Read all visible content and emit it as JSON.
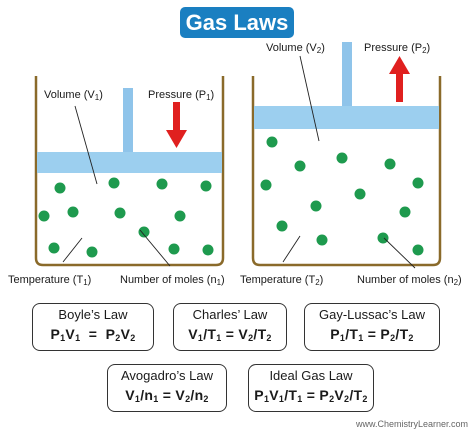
{
  "title": "Gas Laws",
  "containers": [
    {
      "volume_label": [
        "Volume (V",
        "1",
        ")"
      ],
      "pressure_label": [
        "Pressure (P",
        "1",
        ")"
      ],
      "temperature_label": [
        "Temperature (T",
        "1",
        ")"
      ],
      "moles_label": [
        "Number of moles (n",
        "1",
        ")"
      ],
      "pressure_arrow": "down"
    },
    {
      "volume_label": [
        "Volume (V",
        "2",
        ")"
      ],
      "pressure_label": [
        "Pressure (P",
        "2",
        ")"
      ],
      "temperature_label": [
        "Temperature (T",
        "2",
        ")"
      ],
      "moles_label": [
        "Number of moles (n",
        "2",
        ")"
      ],
      "pressure_arrow": "up"
    }
  ],
  "laws": [
    {
      "name": "Boyle’s Law",
      "equation": [
        [
          "P",
          ""
        ],
        [
          "1",
          "sub"
        ],
        [
          "V",
          ""
        ],
        [
          "1",
          "sub"
        ],
        [
          "  =  P",
          ""
        ],
        [
          "2",
          "sub"
        ],
        [
          "V",
          ""
        ],
        [
          "2",
          "sub"
        ]
      ]
    },
    {
      "name": "Charles’ Law",
      "equation": [
        [
          "V",
          ""
        ],
        [
          "1",
          "sub"
        ],
        [
          "/T",
          ""
        ],
        [
          "1",
          "sub"
        ],
        [
          " = V",
          ""
        ],
        [
          "2",
          "sub"
        ],
        [
          "/T",
          ""
        ],
        [
          "2",
          "sub"
        ]
      ]
    },
    {
      "name": "Gay-Lussac’s Law",
      "equation": [
        [
          "P",
          ""
        ],
        [
          "1",
          "sub"
        ],
        [
          "/T",
          ""
        ],
        [
          "1",
          "sub"
        ],
        [
          " = P",
          ""
        ],
        [
          "2",
          "sub"
        ],
        [
          "/T",
          ""
        ],
        [
          "2",
          "sub"
        ]
      ]
    },
    {
      "name": "Avogadro’s Law",
      "equation": [
        [
          "V",
          ""
        ],
        [
          "1",
          "sub"
        ],
        [
          "/n",
          ""
        ],
        [
          "1",
          "sub"
        ],
        [
          " = V",
          ""
        ],
        [
          "2",
          "sub"
        ],
        [
          "/n",
          ""
        ],
        [
          "2",
          "sub"
        ]
      ]
    },
    {
      "name": "Ideal Gas Law",
      "equation": [
        [
          "P",
          ""
        ],
        [
          "1",
          "sub"
        ],
        [
          "V",
          ""
        ],
        [
          "1",
          "sub"
        ],
        [
          "/T",
          ""
        ],
        [
          "1",
          "sub"
        ],
        [
          " = P",
          ""
        ],
        [
          "2",
          "sub"
        ],
        [
          "V",
          ""
        ],
        [
          "2",
          "sub"
        ],
        [
          "/T",
          ""
        ],
        [
          "2",
          "sub"
        ]
      ]
    }
  ],
  "credit": "www.ChemistryLearner.com",
  "colors": {
    "title_bg": "#1a7fc1",
    "piston": "#9ccfef",
    "rod": "#8fc4ea",
    "molecule": "#1e9a4e",
    "arrow": "#e0201f",
    "container": "#8a6a2a"
  }
}
